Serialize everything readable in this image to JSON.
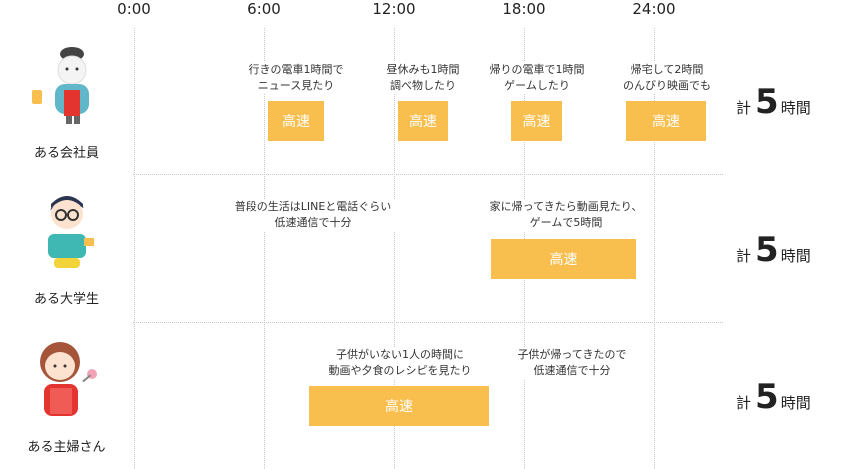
{
  "axis": {
    "ticks": [
      "0:00",
      "6:00",
      "12:00",
      "18:00",
      "24:00"
    ]
  },
  "colors": {
    "fast_block": "#f8bf4f",
    "grid": "#c8c8c8",
    "text": "#333333"
  },
  "people": [
    {
      "name": "ある会社員",
      "icon": "office-worker-icon",
      "notes": [
        "行きの電車1時間で\nニュース見たり",
        "昼休みも1時間\n調べ物したり",
        "帰りの電車で1時間\nゲームしたり",
        "帰宅して2時間\nのんびり映画でも"
      ],
      "blocks": [
        "高速",
        "高速",
        "高速",
        "高速"
      ],
      "total": {
        "prefix": "計",
        "value": "5",
        "suffix": "時間"
      }
    },
    {
      "name": "ある大学生",
      "icon": "student-icon",
      "notes": [
        "普段の生活はLINEと電話ぐらい\n低速通信で十分",
        "家に帰ってきたら動画見たり、\nゲームで5時間"
      ],
      "blocks": [
        "高速"
      ],
      "total": {
        "prefix": "計",
        "value": "5",
        "suffix": "時間"
      }
    },
    {
      "name": "ある主婦さん",
      "icon": "housewife-icon",
      "notes": [
        "子供がいない1人の時間に\n動画や夕食のレシピを見たり",
        "子供が帰ってきたので\n低速通信で十分"
      ],
      "blocks": [
        "高速"
      ],
      "total": {
        "prefix": "計",
        "value": "5",
        "suffix": "時間"
      }
    }
  ]
}
